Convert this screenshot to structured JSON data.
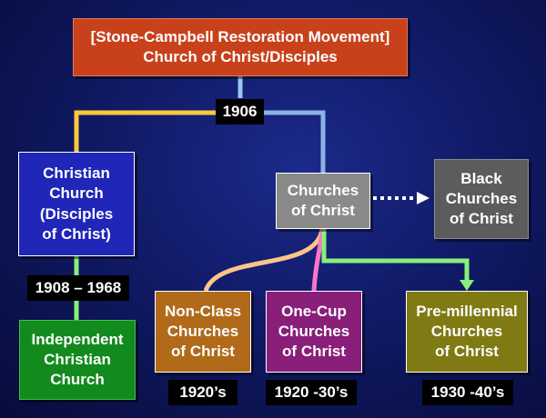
{
  "colors": {
    "root": "#c8411b",
    "disciples": "#1f26b8",
    "independent": "#138a1e",
    "churches_of_christ": "#8a8a8a",
    "black_churches": "#5c5c5c",
    "non_class": "#b06a1a",
    "one_cup": "#8a1f7a",
    "premillennial": "#7f7a13",
    "line_yellow": "#ffc93c",
    "line_blue": "#8ab2e6",
    "line_lightblue": "#9bc4ef",
    "line_peach": "#ffc48a",
    "line_pink": "#ff73c9",
    "line_green": "#86f07a"
  },
  "nodes": {
    "root": {
      "line1": "[Stone-Campbell Restoration Movement]",
      "line2": "Church of Christ/Disciples"
    },
    "disciples": "Christian\nChurch\n(Disciples\nof Christ)",
    "independent": "Independent\nChristian\nChurch",
    "churches_of_christ": "Churches\nof Christ",
    "black_churches": "Black\nChurches\nof Christ",
    "non_class": "Non-Class\nChurches\nof Christ",
    "one_cup": "One-Cup\nChurches\nof Christ",
    "premillennial": "Pre-millennial\nChurches\nof Christ"
  },
  "dates": {
    "split": "1906",
    "disciples_split": "1908 – 1968",
    "non_class": "1920’s",
    "one_cup": "1920 -30’s",
    "premillennial": "1930 -40’s"
  }
}
